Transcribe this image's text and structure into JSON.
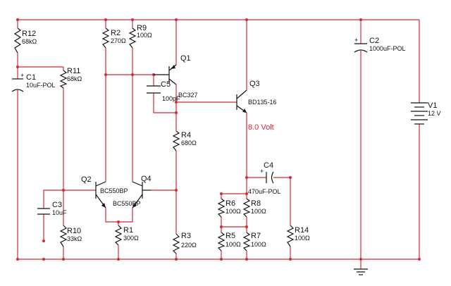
{
  "colors": {
    "wire": "#d42a35",
    "component": "#111111",
    "background": "#ffffff",
    "annotation": "#d42a35"
  },
  "components": {
    "r12": {
      "ref": "R12",
      "value": "68kΩ"
    },
    "r11": {
      "ref": "R11",
      "value": "68kΩ"
    },
    "r2": {
      "ref": "R2",
      "value": "270Ω"
    },
    "r9": {
      "ref": "R9",
      "value": "100Ω"
    },
    "r4": {
      "ref": "R4",
      "value": "680Ω"
    },
    "r10": {
      "ref": "R10",
      "value": "33kΩ"
    },
    "r1": {
      "ref": "R1",
      "value": "300Ω"
    },
    "r3": {
      "ref": "R3",
      "value": "220Ω"
    },
    "r6": {
      "ref": "R6",
      "value": "100Ω"
    },
    "r8": {
      "ref": "R8",
      "value": "100Ω"
    },
    "r5": {
      "ref": "R5",
      "value": "100Ω"
    },
    "r7": {
      "ref": "R7",
      "value": "100Ω"
    },
    "r14": {
      "ref": "R14",
      "value": "100Ω"
    },
    "c1": {
      "ref": "C1",
      "value": "10uF-POL"
    },
    "c2": {
      "ref": "C2",
      "value": "1000uF-POL"
    },
    "c3": {
      "ref": "C3",
      "value": "10uF"
    },
    "c4": {
      "ref": "C4",
      "value": "470uF-POL"
    },
    "c5": {
      "ref": "C5",
      "value": "100pF"
    },
    "q1": {
      "ref": "Q1",
      "value": "BC327"
    },
    "q2": {
      "ref": "Q2",
      "value": "BC550BP"
    },
    "q3": {
      "ref": "Q3",
      "value": "BD135-16"
    },
    "q4": {
      "ref": "Q4",
      "value": "BC550BP"
    },
    "v1": {
      "ref": "V1",
      "value": "12 V"
    }
  },
  "polarity_mark": "+",
  "probe": {
    "text": "8.0 Volt"
  }
}
